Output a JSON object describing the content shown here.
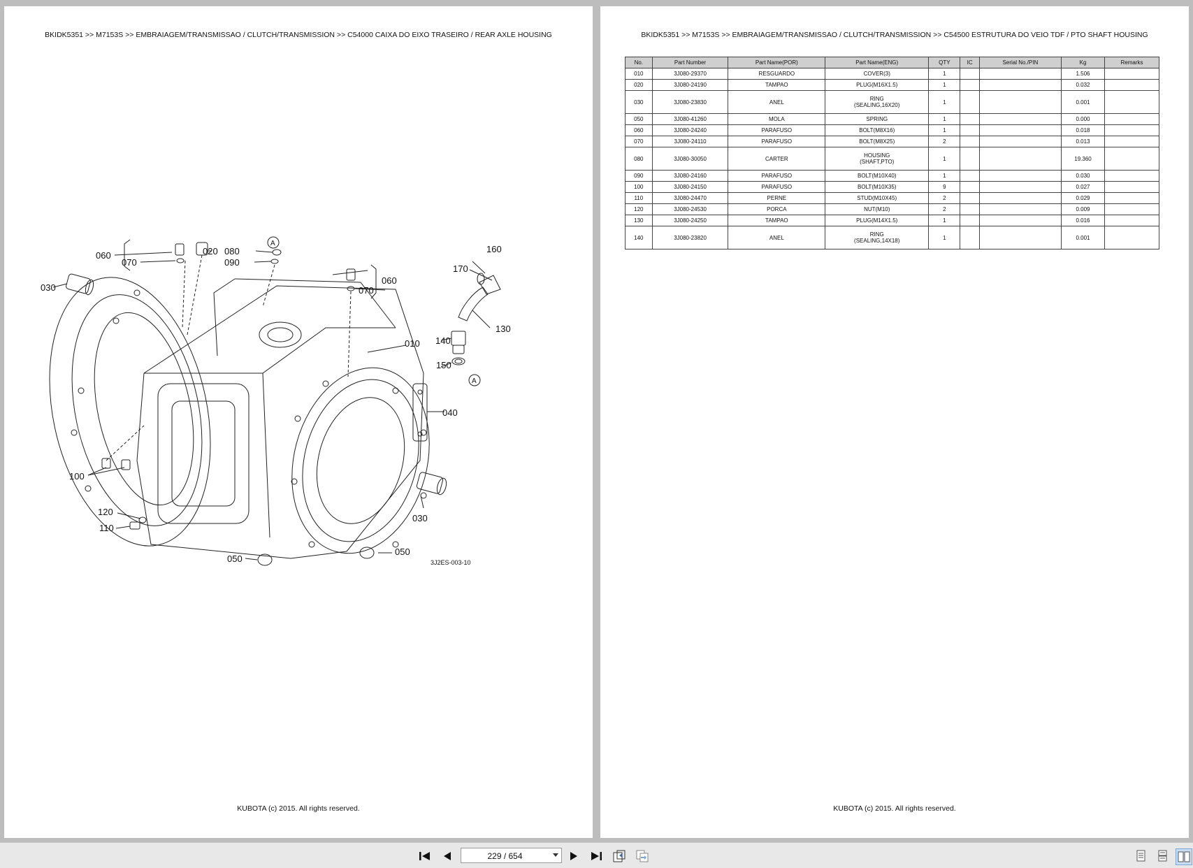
{
  "left_page": {
    "header": "BKIDK5351 >> M7153S >> EMBRAIAGEM/TRANSMISSAO / CLUTCH/TRANSMISSION >> C54000   CAIXA DO EIXO TRASEIRO / REAR AXLE HOUSING",
    "footer": "KUBOTA (c) 2015. All rights reserved.",
    "diagram": {
      "code": "3J2ES-003-10",
      "callout_a": "A",
      "labels": {
        "l060a": "060",
        "l070a": "070",
        "l020": "020",
        "l080": "080",
        "l090": "090",
        "l060b": "060",
        "l070b": "070",
        "l030a": "030",
        "l010": "010",
        "l160": "160",
        "l170": "170",
        "l130": "130",
        "l140": "140",
        "l150": "150",
        "l040": "040",
        "l100": "100",
        "l120": "120",
        "l110": "110",
        "l030b": "030",
        "l050a": "050",
        "l050b": "050"
      }
    }
  },
  "right_page": {
    "header": "BKIDK5351 >> M7153S >> EMBRAIAGEM/TRANSMISSAO / CLUTCH/TRANSMISSION >> C54500   ESTRUTURA DO VEIO TDF / PTO SHAFT HOUSING",
    "footer": "KUBOTA (c) 2015. All rights reserved.",
    "columns": [
      "No.",
      "Part Number",
      "Part Name(POR)",
      "Part Name(ENG)",
      "QTY",
      "IC",
      "Serial No./PIN",
      "Kg",
      "Remarks"
    ],
    "rows": [
      {
        "no": "010",
        "pn": "3J080-29370",
        "por": "RESGUARDO",
        "eng": "COVER(3)",
        "eng2": "",
        "qty": "1",
        "ic": "",
        "serial": "",
        "kg": "1.506",
        "remarks": ""
      },
      {
        "no": "020",
        "pn": "3J080-24190",
        "por": "TAMPAO",
        "eng": "PLUG(M16X1.5)",
        "eng2": "",
        "qty": "1",
        "ic": "",
        "serial": "",
        "kg": "0.032",
        "remarks": ""
      },
      {
        "no": "030",
        "pn": "3J080-23830",
        "por": "ANEL",
        "eng": "RING",
        "eng2": "(SEALING,16X20)",
        "qty": "1",
        "ic": "",
        "serial": "",
        "kg": "0.001",
        "remarks": ""
      },
      {
        "no": "050",
        "pn": "3J080-41260",
        "por": "MOLA",
        "eng": "SPRING",
        "eng2": "",
        "qty": "1",
        "ic": "",
        "serial": "",
        "kg": "0.000",
        "remarks": ""
      },
      {
        "no": "060",
        "pn": "3J080-24240",
        "por": "PARAFUSO",
        "eng": "BOLT(M8X16)",
        "eng2": "",
        "qty": "1",
        "ic": "",
        "serial": "",
        "kg": "0.018",
        "remarks": ""
      },
      {
        "no": "070",
        "pn": "3J080-24110",
        "por": "PARAFUSO",
        "eng": "BOLT(M8X25)",
        "eng2": "",
        "qty": "2",
        "ic": "",
        "serial": "",
        "kg": "0.013",
        "remarks": ""
      },
      {
        "no": "080",
        "pn": "3J080-30050",
        "por": "CARTER",
        "eng": "HOUSING",
        "eng2": "(SHAFT,PTO)",
        "qty": "1",
        "ic": "",
        "serial": "",
        "kg": "19.360",
        "remarks": ""
      },
      {
        "no": "090",
        "pn": "3J080-24160",
        "por": "PARAFUSO",
        "eng": "BOLT(M10X40)",
        "eng2": "",
        "qty": "1",
        "ic": "",
        "serial": "",
        "kg": "0.030",
        "remarks": ""
      },
      {
        "no": "100",
        "pn": "3J080-24150",
        "por": "PARAFUSO",
        "eng": "BOLT(M10X35)",
        "eng2": "",
        "qty": "9",
        "ic": "",
        "serial": "",
        "kg": "0.027",
        "remarks": ""
      },
      {
        "no": "110",
        "pn": "3J080-24470",
        "por": "PERNE",
        "eng": "STUD(M10X45)",
        "eng2": "",
        "qty": "2",
        "ic": "",
        "serial": "",
        "kg": "0.029",
        "remarks": ""
      },
      {
        "no": "120",
        "pn": "3J080-24530",
        "por": "PORCA",
        "eng": "NUT(M10)",
        "eng2": "",
        "qty": "2",
        "ic": "",
        "serial": "",
        "kg": "0.009",
        "remarks": ""
      },
      {
        "no": "130",
        "pn": "3J080-24250",
        "por": "TAMPAO",
        "eng": "PLUG(M14X1.5)",
        "eng2": "",
        "qty": "1",
        "ic": "",
        "serial": "",
        "kg": "0.016",
        "remarks": ""
      },
      {
        "no": "140",
        "pn": "3J080-23820",
        "por": "ANEL",
        "eng": "RING",
        "eng2": "(SEALING,14X18)",
        "qty": "1",
        "ic": "",
        "serial": "",
        "kg": "0.001",
        "remarks": ""
      }
    ]
  },
  "toolbar": {
    "page_indicator": "229 / 654",
    "icons": [
      "first-page-icon",
      "prev-page-icon",
      "next-page-icon",
      "last-page-icon",
      "rotate-icon",
      "copy-icon",
      "single-page-view-icon",
      "continuous-view-icon",
      "two-page-view-icon"
    ]
  }
}
